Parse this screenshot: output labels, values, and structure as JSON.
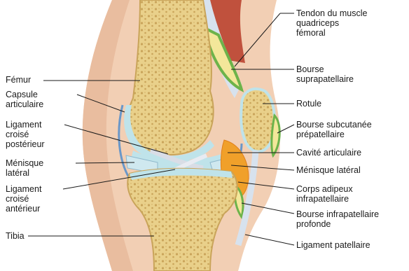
{
  "labels_left": [
    {
      "id": "femur",
      "lines": [
        "Fémur"
      ]
    },
    {
      "id": "capsule",
      "lines": [
        "Capsule",
        "articulaire"
      ]
    },
    {
      "id": "lcp",
      "lines": [
        "Ligament",
        "croisé",
        "postérieur"
      ]
    },
    {
      "id": "menisque-lat-left",
      "lines": [
        "Ménisque",
        "latéral"
      ]
    },
    {
      "id": "lca",
      "lines": [
        "Ligament",
        "croisé",
        "antérieur"
      ]
    },
    {
      "id": "tibia",
      "lines": [
        "Tibia"
      ]
    }
  ],
  "labels_right": [
    {
      "id": "tendon",
      "lines": [
        "Tendon du muscle",
        "quadriceps",
        "fémoral"
      ]
    },
    {
      "id": "bourse-supra",
      "lines": [
        "Bourse",
        "suprapatellaire"
      ]
    },
    {
      "id": "rotule",
      "lines": [
        "Rotule"
      ]
    },
    {
      "id": "bourse-subcut",
      "lines": [
        "Bourse subcutanée",
        "prépatellaire"
      ]
    },
    {
      "id": "cavite",
      "lines": [
        "Cavité articulaire"
      ]
    },
    {
      "id": "menisque-lat-right",
      "lines": [
        "Ménisque latéral"
      ]
    },
    {
      "id": "corps-adipeux",
      "lines": [
        "Corps adipeux",
        "infrapatellaire"
      ]
    },
    {
      "id": "bourse-infra",
      "lines": [
        "Bourse infrapatellaire",
        "profonde"
      ]
    },
    {
      "id": "ligament-pat",
      "lines": [
        "Ligament patellaire"
      ]
    }
  ],
  "colors": {
    "skin": "#f2cfb4",
    "bone": "#eedb9a",
    "bone_spongy": "#d7b86a",
    "cartilage": "#bfe3ea",
    "capsule": "#6a97c8",
    "bursa_green": "#6db34a",
    "fat_orange": "#f0a02a",
    "tendon": "#d7e2ee",
    "muscle": "#c0513d"
  }
}
